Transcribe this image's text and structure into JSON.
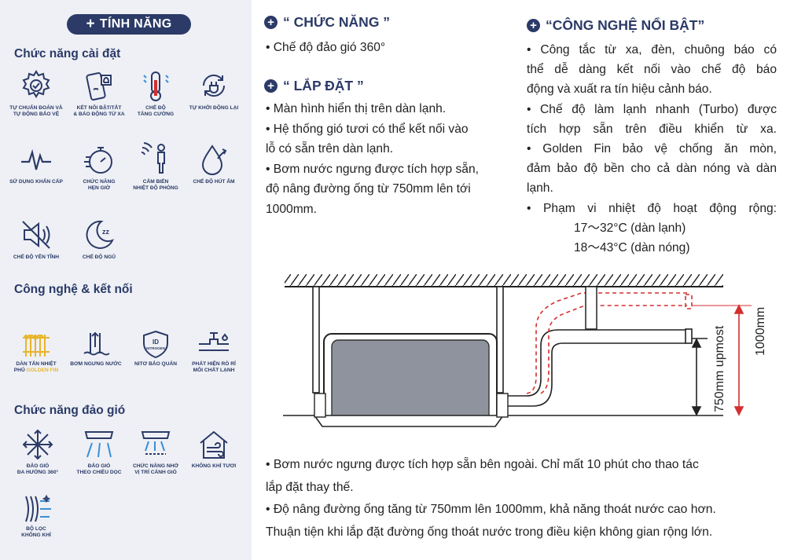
{
  "sidebar": {
    "badge": "TÍNH NĂNG",
    "sections": {
      "setup": "Chức năng cài đặt",
      "tech": "Công nghệ & kết nối",
      "swing": "Chức năng đảo gió"
    },
    "features": {
      "f1": [
        "TỰ CHUẨN ĐOÁN VÀ",
        "TỰ ĐỘNG BẢO VỆ"
      ],
      "f2": [
        "KẾT NỐI BẬT/TẮT",
        "& BÁO ĐỘNG TỪ XA"
      ],
      "f3": [
        "CHẾ ĐỘ",
        "TĂNG CƯỜNG"
      ],
      "f4": [
        "TỰ KHỞI ĐỘNG LẠI"
      ],
      "f5": [
        "SỬ DỤNG KHẨN CẤP"
      ],
      "f6": [
        "CHỨC NĂNG",
        "HẸN GIỜ"
      ],
      "f7": [
        "CẢM BIẾN",
        "NHIỆT ĐỘ PHÒNG"
      ],
      "f8": [
        "CHẾ ĐỘ HÚT ẨM"
      ],
      "f9": [
        "CHẾ ĐỘ YÊN TĨNH"
      ],
      "f10": [
        "CHẾ ĐỘ NGỦ"
      ],
      "t1": [
        "DÀN TẢN NHIỆT",
        "PHỦ ",
        "GOLDEN FIN"
      ],
      "t2": [
        "BƠM NGƯNG NƯỚC"
      ],
      "t3": [
        "NITƠ BẢO QUẢN"
      ],
      "t3_badge": [
        "ID",
        "NITROGEN"
      ],
      "t4": [
        "PHÁT HIỆN RÒ RỈ",
        "MÔI CHẤT LẠNH"
      ],
      "s1": [
        "ĐẢO GIÓ",
        "ĐA HƯỚNG 360°"
      ],
      "s2": [
        "ĐẢO GIÓ",
        "THEO CHIỀU DỌC"
      ],
      "s3": [
        "CHỨC NĂNG NHỚ",
        "VỊ TRÍ CÁNH GIÓ"
      ],
      "s4": [
        "KHÔNG KHÍ TƯƠI"
      ],
      "s5": [
        "BỘ LỌC",
        "KHÔNG KHÍ"
      ]
    }
  },
  "main": {
    "function_title": "“ CHỨC NĂNG ”",
    "function_items": [
      "• Chế độ đảo gió 360°"
    ],
    "install_title": "“ LẮP ĐẶT ”",
    "install_lines": [
      "• Màn hình hiển thị trên dàn lạnh.",
      "• Hệ thống gió tươi có thể kết nối vào",
      "lỗ có sẵn trên dàn lạnh.",
      "• Bơm nước ngưng được tích hợp sẵn,",
      "độ nâng đường ống từ 750mm lên tới",
      "1000mm."
    ],
    "tech_title": "“CÔNG NGHỆ NỔI BẬT”",
    "tech_lines": [
      "• Công tắc từ xa, đèn, chuông báo có",
      "thể dễ dàng kết nối vào chế độ báo",
      "động và xuất ra tín hiệu cảnh báo.",
      "• Chế độ làm lạnh nhanh (Turbo) được",
      "tích hợp sẵn trên điều khiển từ xa.",
      "• Golden Fin bảo vệ chống ăn mòn,",
      "đảm bảo độ bền cho cả dàn nóng và dàn",
      "lạnh.",
      "• Phạm vi nhiệt độ hoạt động rộng:"
    ],
    "temp_ranges": [
      "17～32°C (dàn lạnh)",
      "18～43°C (dàn nóng)"
    ],
    "diagram": {
      "label_750": "750mm upmost",
      "label_1000": "1000mm"
    },
    "bottom_lines": [
      "• Bơm nước ngưng được tích hợp sẵn bên ngoài. Chỉ mất 10 phút cho thao tác",
      "lắp đặt thay thế.",
      "• Độ nâng đường ống tăng từ 750mm lên 1000mm, khả năng thoát nước cao hơn.",
      "Thuận tiện khi lắp đặt đường ống thoát nước trong điều kiện không gian rộng lớn."
    ]
  },
  "colors": {
    "navy": "#2b3a67",
    "gold": "#e8b42a",
    "red": "#d32f2f"
  }
}
